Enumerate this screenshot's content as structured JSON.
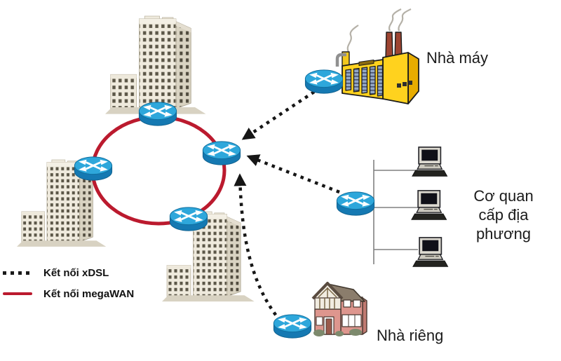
{
  "diagram": {
    "type": "network-topology",
    "language": "vi",
    "labels": {
      "factory": "Nhà máy",
      "local_government_lines": [
        "Cơ quan",
        "cấp địa",
        "phương"
      ],
      "home": "Nhà riêng"
    },
    "legend": {
      "items": [
        {
          "label": "Kết nối xDSL",
          "line_style": "dotted",
          "color": "#1a1a1a"
        },
        {
          "label": "Kết nối megaWAN",
          "line_style": "solid",
          "color": "#bb1a2e"
        }
      ]
    },
    "nodes": [
      {
        "id": "ring-router-top",
        "kind": "router"
      },
      {
        "id": "ring-router-left",
        "kind": "router"
      },
      {
        "id": "ring-router-right",
        "kind": "router"
      },
      {
        "id": "ring-router-bottom",
        "kind": "router"
      },
      {
        "id": "factory-router",
        "kind": "router"
      },
      {
        "id": "local-government-router",
        "kind": "router"
      },
      {
        "id": "home-router",
        "kind": "router"
      },
      {
        "id": "office-building-top",
        "kind": "building"
      },
      {
        "id": "office-building-left",
        "kind": "building"
      },
      {
        "id": "office-building-bottom",
        "kind": "building"
      },
      {
        "id": "factory",
        "kind": "factory"
      },
      {
        "id": "home",
        "kind": "house"
      },
      {
        "id": "pc-1",
        "kind": "computer"
      },
      {
        "id": "pc-2",
        "kind": "computer"
      },
      {
        "id": "pc-3",
        "kind": "computer"
      }
    ],
    "connections": [
      {
        "from": "factory-router",
        "to": "ring-router-right",
        "type": "xDSL"
      },
      {
        "from": "local-government-router",
        "to": "ring-router-right",
        "type": "xDSL"
      },
      {
        "from": "home-router",
        "to": "ring-router-right",
        "type": "xDSL"
      },
      {
        "type": "megaWAN",
        "ring": [
          "ring-router-top",
          "ring-router-right",
          "ring-router-bottom",
          "ring-router-left"
        ]
      }
    ],
    "colors": {
      "ring_red": "#bb1a2e",
      "xdsl_black": "#1a1a1a",
      "router_blue_top": "#2ea7db",
      "router_blue_side": "#1579b2",
      "factory_yellow": "#ffd21e",
      "house_pink": "#de968e"
    }
  }
}
